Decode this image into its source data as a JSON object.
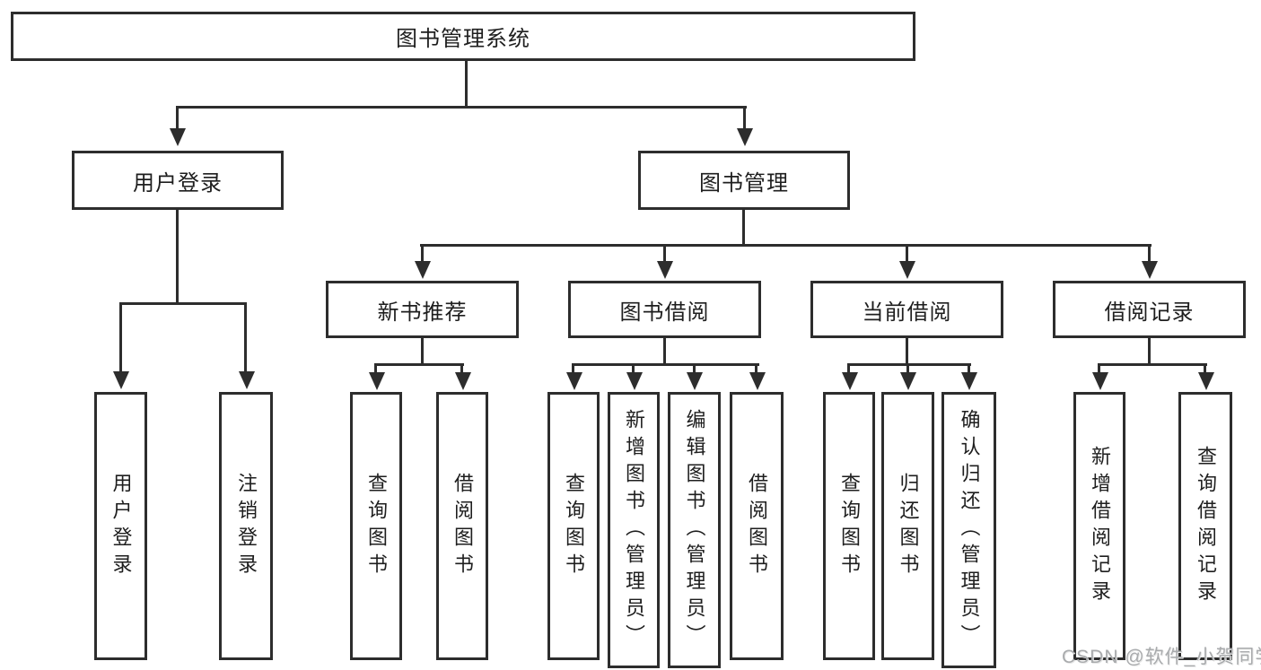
{
  "tree": {
    "root": "图书管理系统",
    "level1": [
      "用户登录",
      "图书管理"
    ],
    "level2": [
      "新书推荐",
      "图书借阅",
      "当前借阅",
      "借阅记录"
    ],
    "leaves": {
      "login": [
        "用户登录",
        "注销登录"
      ],
      "recommend": [
        "查询图书",
        "借阅图书"
      ],
      "borrow": [
        "查询图书",
        "新增图书（管理员）",
        "编辑图书（管理员）",
        "借阅图书"
      ],
      "current": [
        "查询图书",
        "归还图书",
        "确认归还（管理员）"
      ],
      "records": [
        "新增借阅记录",
        "查询借阅记录"
      ]
    }
  },
  "watermark": {
    "text": "CSDN @软件_小贺同学",
    "color": "#a9abad"
  },
  "colors": {
    "line": "#2d2d2d",
    "text": "#1e1e1e",
    "background": "#ffffff"
  }
}
